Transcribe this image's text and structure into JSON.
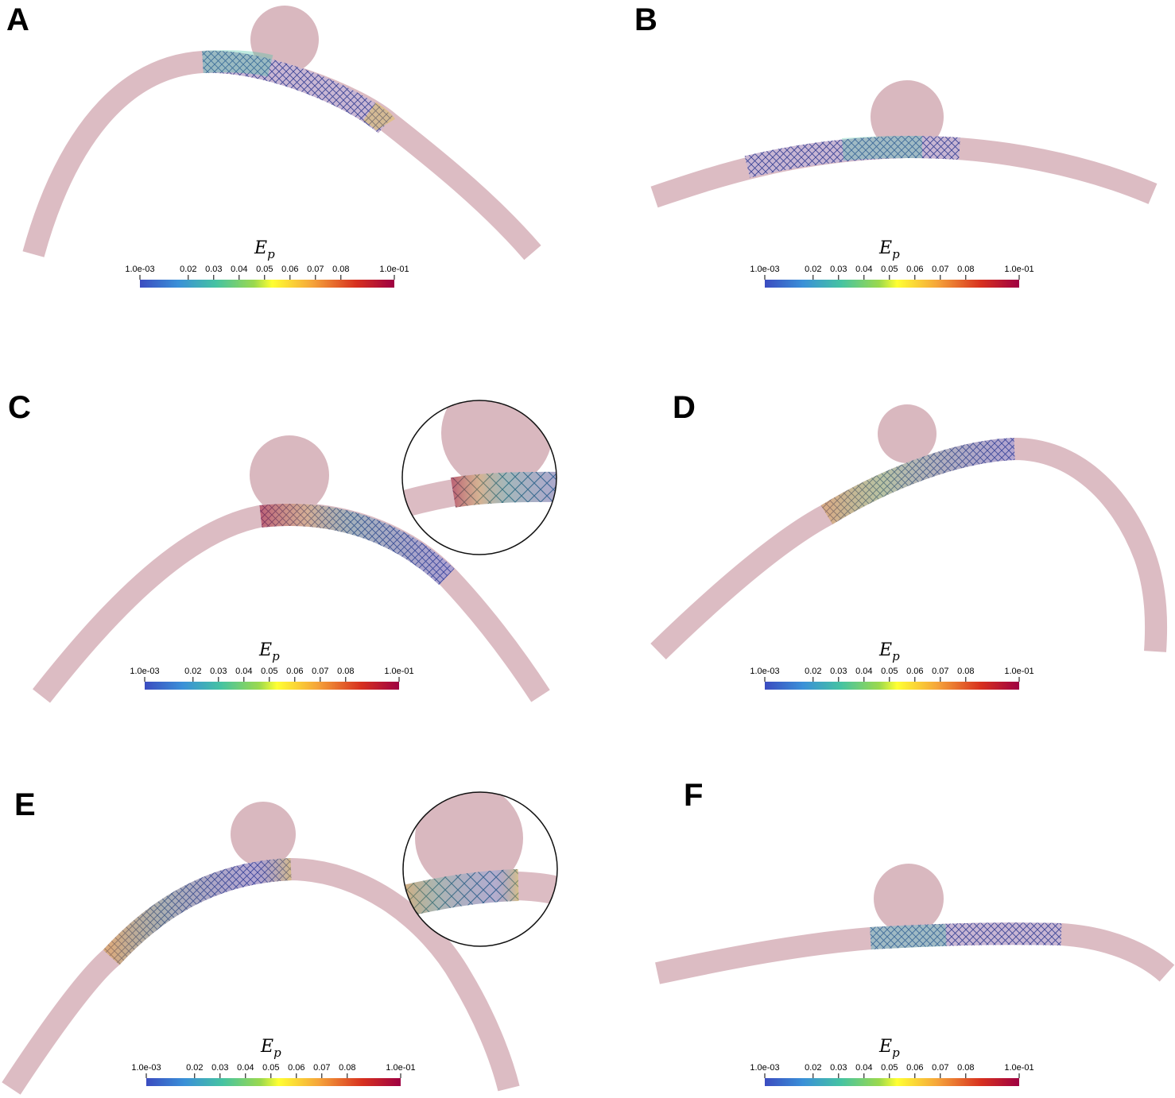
{
  "figure": {
    "colors": {
      "vessel": "#dcbcc3",
      "aneurysm": "#d9b8bf",
      "mesh": "#3d3a8a",
      "inset_border": "#111111",
      "colormap": [
        "#3b4cc0",
        "#3aa0d8",
        "#45c3a2",
        "#9bd94d",
        "#ffff33",
        "#f5a33a",
        "#d7301f",
        "#9e0142"
      ]
    },
    "colorbar": {
      "symbol": "E",
      "subscript": "p",
      "ticks": [
        "1.0e-03",
        "0.02",
        "0.03",
        "0.04",
        "0.05",
        "0.06",
        "0.07",
        "0.08",
        "1.0e-01"
      ]
    },
    "panels": [
      {
        "label": "A",
        "inset": false
      },
      {
        "label": "B",
        "inset": false
      },
      {
        "label": "C",
        "inset": true
      },
      {
        "label": "D",
        "inset": false
      },
      {
        "label": "E",
        "inset": true
      },
      {
        "label": "F",
        "inset": false
      }
    ]
  }
}
